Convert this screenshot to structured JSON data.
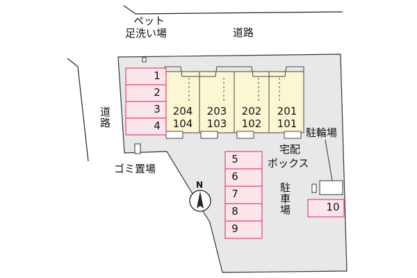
{
  "roads": {
    "top": "道路",
    "left": "道路"
  },
  "labels": {
    "pet_wash": [
      "ペット",
      "足洗い場"
    ],
    "garbage": "ゴミ置場",
    "delivery_box": [
      "宅配",
      "ボックス"
    ],
    "bicycle": "駐輪場",
    "parking": "駐車場",
    "compass": "N"
  },
  "units": [
    {
      "upper": "204",
      "lower": "104"
    },
    {
      "upper": "203",
      "lower": "103"
    },
    {
      "upper": "202",
      "lower": "102"
    },
    {
      "upper": "201",
      "lower": "101"
    }
  ],
  "parking_left": [
    "1",
    "2",
    "3",
    "4"
  ],
  "parking_middle": [
    "5",
    "6",
    "7",
    "8",
    "9"
  ],
  "parking_right": [
    "10"
  ],
  "colors": {
    "lot": "#e8e8e8",
    "building": "#fbf7d2",
    "parking": "#fde5ec",
    "parking_border": "#e0456a"
  }
}
